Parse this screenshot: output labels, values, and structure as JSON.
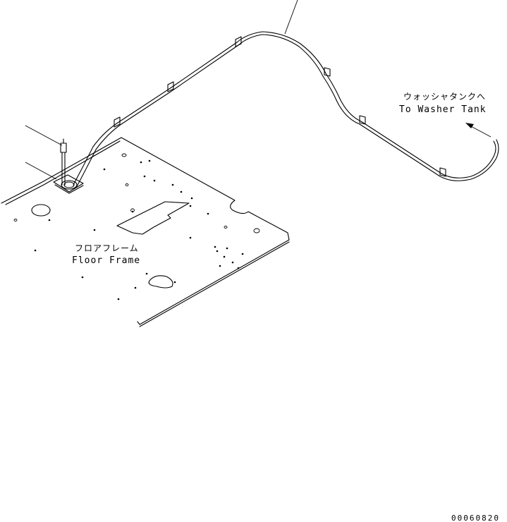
{
  "labels": {
    "floor_frame_jp": "フロアフレーム",
    "floor_frame_en": "Floor Frame",
    "washer_tank_jp": "ウォッシャタンクへ",
    "washer_tank_en": "To Washer Tank"
  },
  "drawing_code": "00060820"
}
